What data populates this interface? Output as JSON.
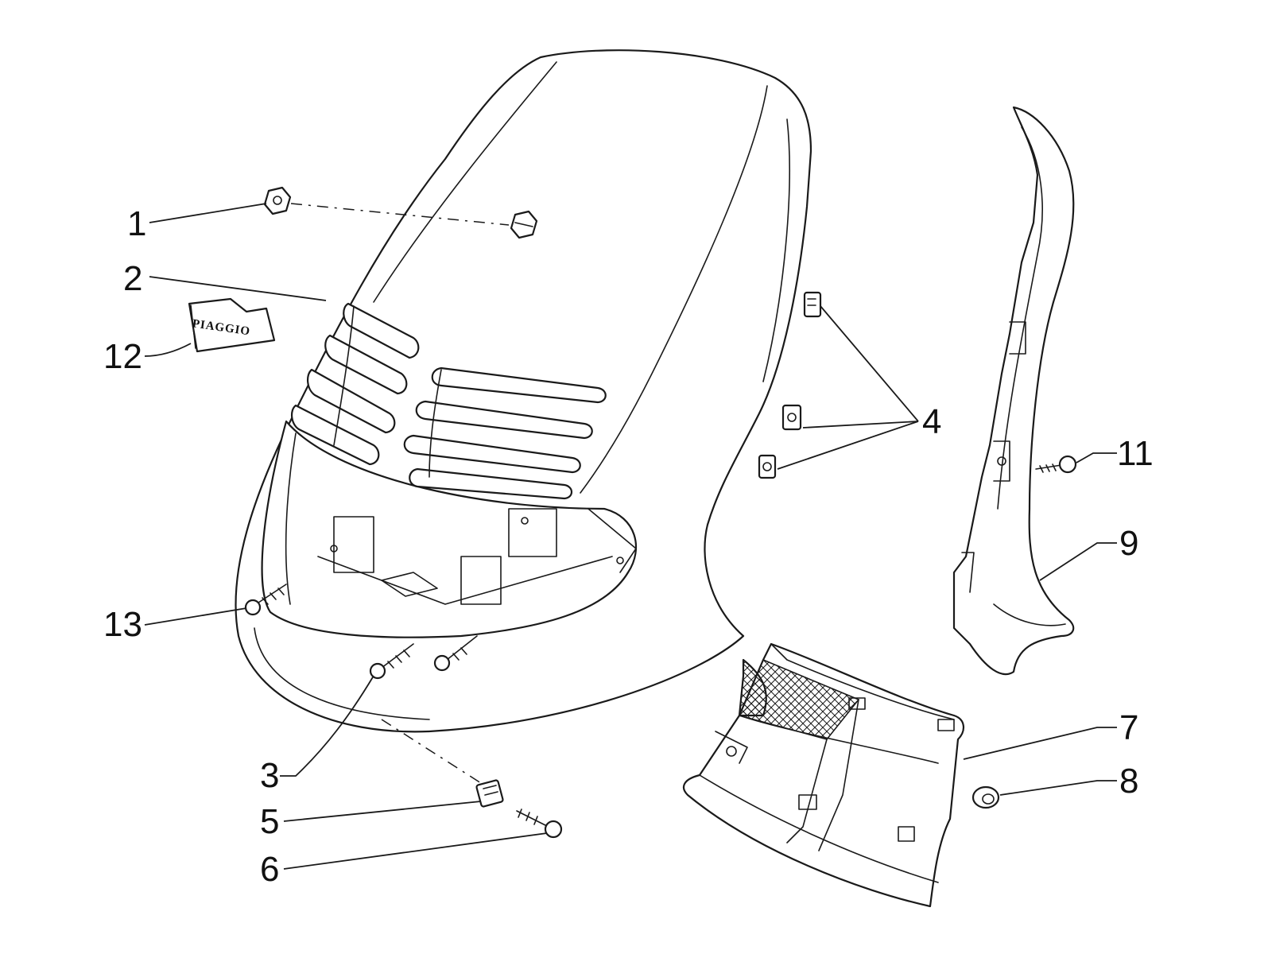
{
  "callouts": [
    {
      "id": "1",
      "label": "1"
    },
    {
      "id": "2",
      "label": "2"
    },
    {
      "id": "3",
      "label": "3"
    },
    {
      "id": "4",
      "label": "4"
    },
    {
      "id": "5",
      "label": "5"
    },
    {
      "id": "6",
      "label": "6"
    },
    {
      "id": "7",
      "label": "7"
    },
    {
      "id": "8",
      "label": "8"
    },
    {
      "id": "9",
      "label": "9"
    },
    {
      "id": "11",
      "label": "11"
    },
    {
      "id": "12",
      "label": "12"
    },
    {
      "id": "13",
      "label": "13"
    }
  ],
  "emblem": {
    "text": "PIAGGIO"
  }
}
